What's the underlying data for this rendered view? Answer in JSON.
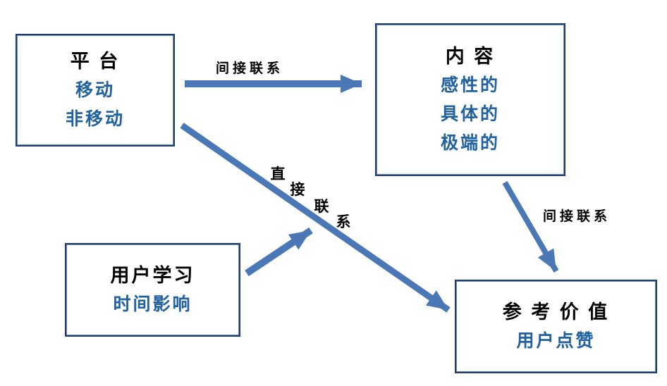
{
  "colors": {
    "arrow_blue": "#4a77b5",
    "box_border": "#1f3c6b",
    "box_border_inner": "#6e8cbf",
    "accent_text_blue": "#20619f",
    "label_text": "#000000",
    "background": "#ffffff"
  },
  "boxes": {
    "platform": {
      "title": "平 台",
      "items": [
        "移动",
        "非移动"
      ]
    },
    "content": {
      "title": "内 容",
      "items": [
        "感性的",
        "具体的",
        "极端的"
      ]
    },
    "user_learning": {
      "title": "用户学习",
      "items": [
        "时间影响"
      ]
    },
    "reference_value": {
      "title": "参 考 价 值",
      "items": [
        "用户点赞"
      ]
    }
  },
  "arrow_labels": {
    "platform_to_content": "间接联系",
    "platform_to_reference": "直接联系",
    "platform_to_reference_chars": [
      "直",
      "接",
      "联",
      "系"
    ],
    "content_to_reference": "间接联系"
  }
}
